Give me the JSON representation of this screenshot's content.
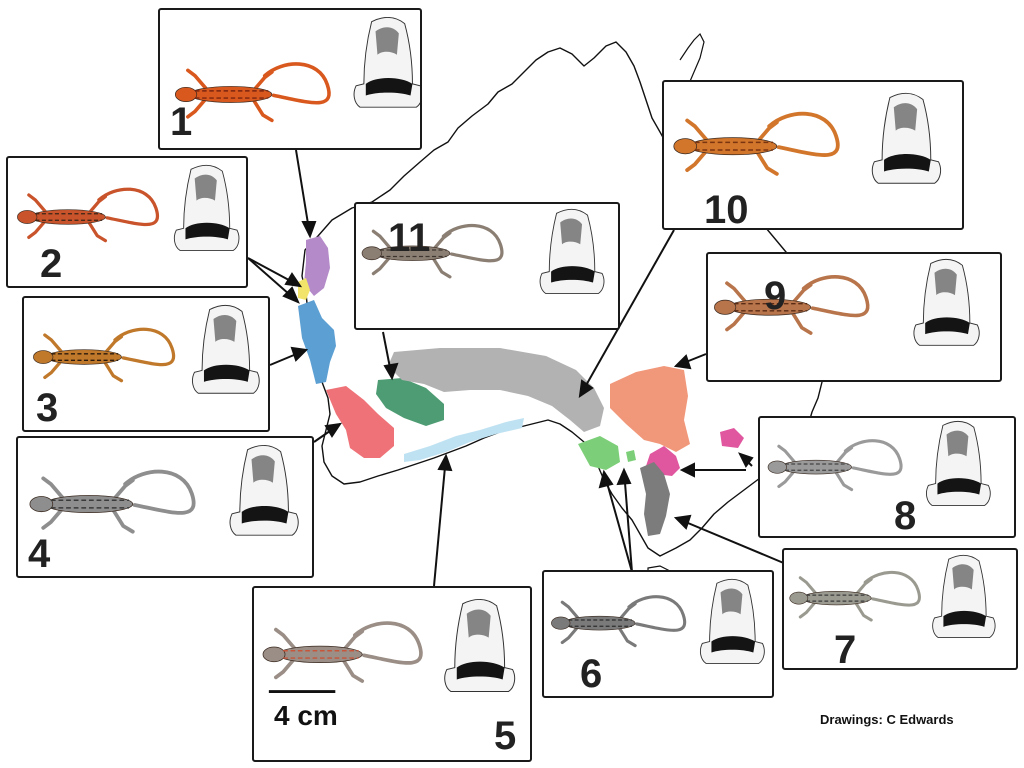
{
  "credit": "Drawings: C Edwards",
  "scale_bar_label": "4 cm",
  "panels": [
    {
      "label": "1",
      "lizard_color": "#d9581e",
      "stripe_color": "#7a2410"
    },
    {
      "label": "2",
      "lizard_color": "#c9532a",
      "stripe_color": "#3a2418"
    },
    {
      "label": "3",
      "lizard_color": "#c0782a",
      "stripe_color": "#2c1a0c"
    },
    {
      "label": "4",
      "lizard_color": "#8e8e8e",
      "stripe_color": "#3a3a3a"
    },
    {
      "label": "5",
      "lizard_color": "#9a8e86",
      "stripe_color": "#c8553a"
    },
    {
      "label": "6",
      "lizard_color": "#7a7a7a",
      "stripe_color": "#2e2e2e"
    },
    {
      "label": "7",
      "lizard_color": "#9a9a90",
      "stripe_color": "#3b3b3b"
    },
    {
      "label": "8",
      "lizard_color": "#9a9a9a",
      "stripe_color": "#454545"
    },
    {
      "label": "9",
      "lizard_color": "#b8744a",
      "stripe_color": "#5a2c16"
    },
    {
      "label": "10",
      "lizard_color": "#d2762c",
      "stripe_color": "#7a3410"
    },
    {
      "label": "11",
      "lizard_color": "#8b7f74",
      "stripe_color": "#3e362e"
    }
  ],
  "distribution_colors": {
    "sp1": "#b48ac9",
    "sp2": "#f2e46a",
    "sp3": "#5b9fd3",
    "sp4": "#ee7277",
    "sp5": "#bfe2f2",
    "sp6": "#7ccf78",
    "sp7": "#7c7c7c",
    "sp8": "#e0569f",
    "sp9": "#f1977a",
    "sp10": "#c9b9c9",
    "sp11": "#4e9c73",
    "sp11b": "#b2b2b2"
  }
}
